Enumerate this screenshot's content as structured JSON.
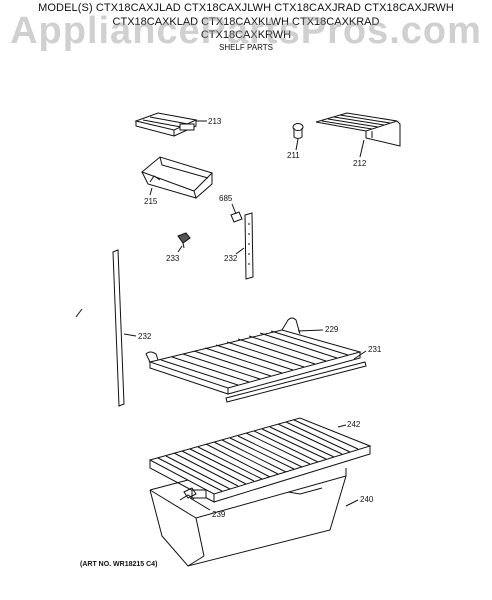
{
  "header": {
    "line1": "MODEL(S) CTX18CAXJLAD  CTX18CAXJLWH  CTX18CAXJRAD  CTX18CAXJRWH",
    "line2": "CTX18CAXKLAD  CTX18CAXKLWH  CTX18CAXKRAD",
    "line3": "CTX18CAXKRWH",
    "subtitle": "SHELF PARTS"
  },
  "watermark": "AppliancePartsPros.com",
  "labels": {
    "p213": "213",
    "p211": "211",
    "p212": "212",
    "p215": "215",
    "p685": "685",
    "p233": "233",
    "p232a": "232",
    "p232b": "232",
    "p229": "229",
    "p231": "231",
    "p242": "242",
    "p240": "240",
    "p239": "239"
  },
  "footer": {
    "art_no": "(ART NO. WR18215 C4)"
  }
}
